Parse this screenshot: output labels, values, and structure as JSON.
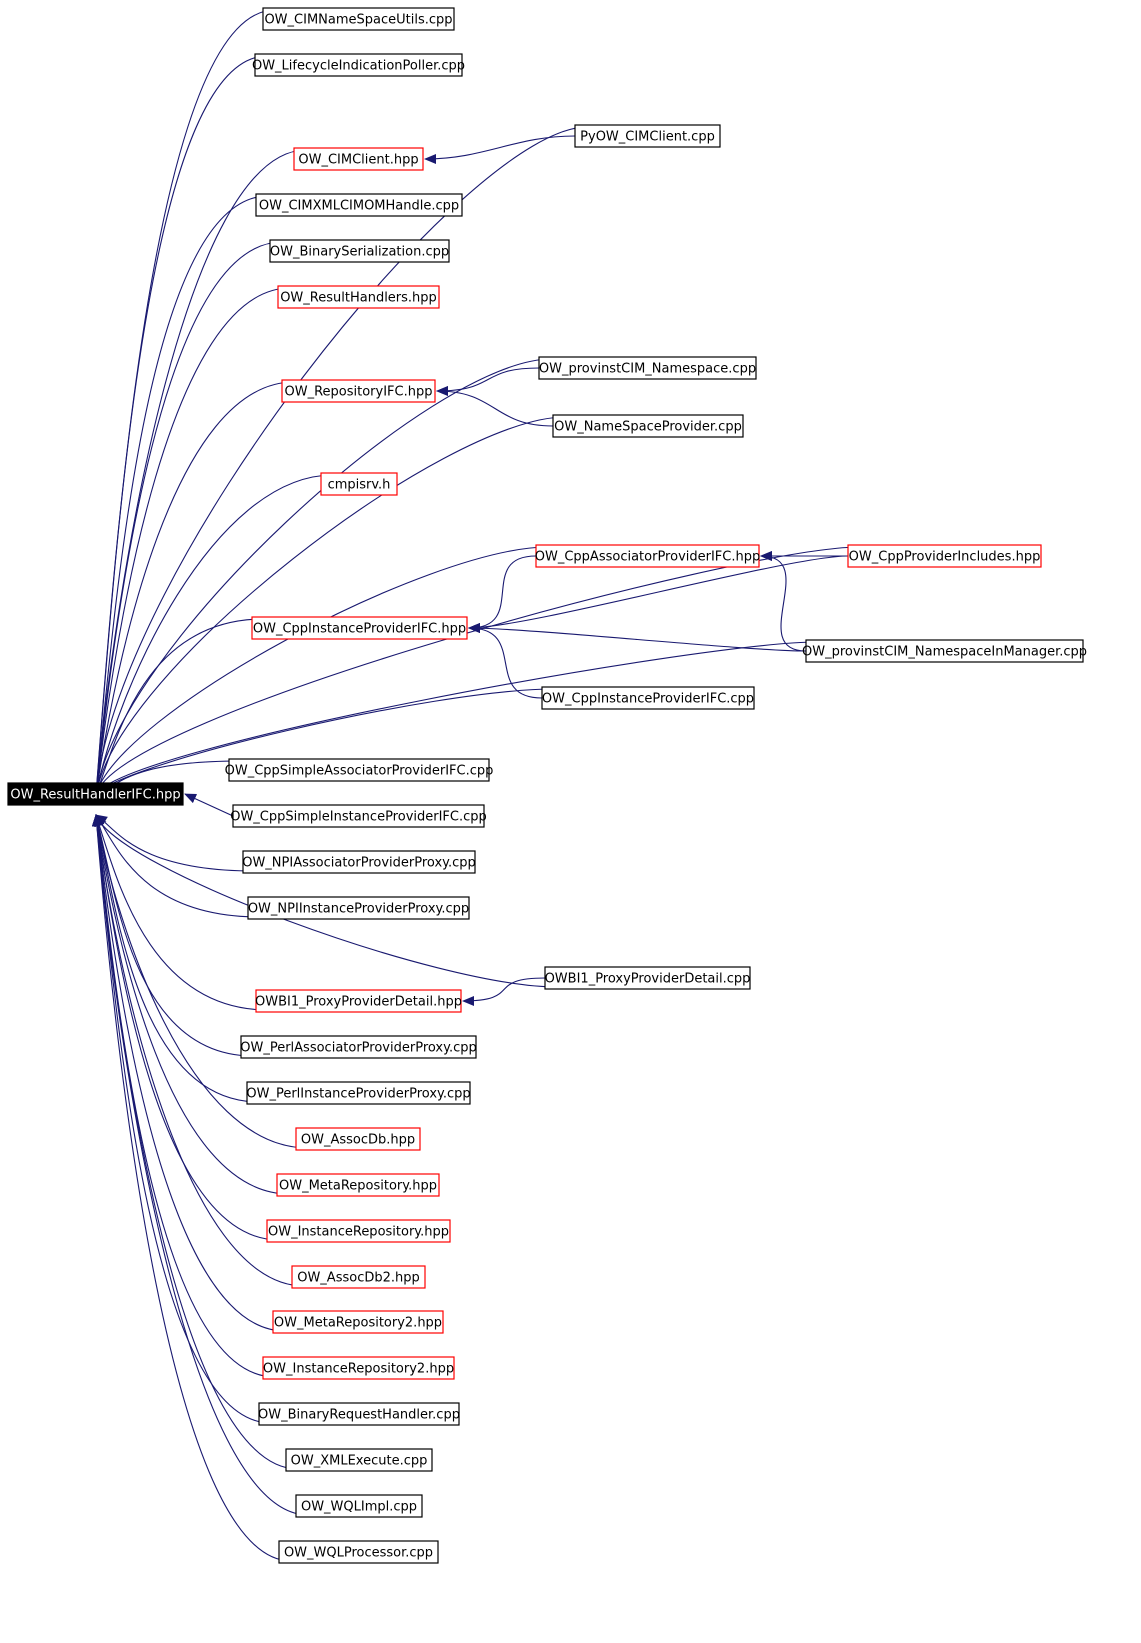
{
  "colors": {
    "edge": "#191970",
    "arrowhead": "#191970",
    "box_border_default": "#000000",
    "box_border_incomplete": "#ff0000",
    "root_fill": "#000000",
    "root_text": "#ffffff",
    "background": "#ffffff"
  },
  "root": "OW_ResultHandlerIFC.hpp",
  "nodes": {
    "root": {
      "label": "OW_ResultHandlerIFC.hpp",
      "border": "root"
    },
    "cimnsu": {
      "label": "OW_CIMNameSpaceUtils.cpp",
      "border": "black"
    },
    "lifecycle": {
      "label": "OW_LifecycleIndicationPoller.cpp",
      "border": "black"
    },
    "cimclient_hpp": {
      "label": "OW_CIMClient.hpp",
      "border": "red"
    },
    "pyow": {
      "label": "PyOW_CIMClient.cpp",
      "border": "black"
    },
    "cimxml": {
      "label": "OW_CIMXMLCIMOMHandle.cpp",
      "border": "black"
    },
    "binser": {
      "label": "OW_BinarySerialization.cpp",
      "border": "black"
    },
    "resulthandlers": {
      "label": "OW_ResultHandlers.hpp",
      "border": "red"
    },
    "repositoryifc": {
      "label": "OW_RepositoryIFC.hpp",
      "border": "red"
    },
    "provinst_ns": {
      "label": "OW_provinstCIM_Namespace.cpp",
      "border": "black"
    },
    "nsprovider": {
      "label": "OW_NameSpaceProvider.cpp",
      "border": "black"
    },
    "cmpisrv": {
      "label": "cmpisrv.h",
      "border": "red"
    },
    "cppassoc": {
      "label": "OW_CppAssociatorProviderIFC.hpp",
      "border": "red"
    },
    "cppprovinc": {
      "label": "OW_CppProviderIncludes.hpp",
      "border": "red"
    },
    "cppinst_hpp": {
      "label": "OW_CppInstanceProviderIFC.hpp",
      "border": "red"
    },
    "nsinmgr": {
      "label": "OW_provinstCIM_NamespaceInManager.cpp",
      "border": "black"
    },
    "cppinst_cpp": {
      "label": "OW_CppInstanceProviderIFC.cpp",
      "border": "black"
    },
    "cppsimpleassoc": {
      "label": "OW_CppSimpleAssociatorProviderIFC.cpp",
      "border": "black"
    },
    "cppsimpleinst": {
      "label": "OW_CppSimpleInstanceProviderIFC.cpp",
      "border": "black"
    },
    "npiassoc": {
      "label": "OW_NPIAssociatorProviderProxy.cpp",
      "border": "black"
    },
    "npiinst": {
      "label": "OW_NPIInstanceProviderProxy.cpp",
      "border": "black"
    },
    "bi1_hpp": {
      "label": "OWBI1_ProxyProviderDetail.hpp",
      "border": "red"
    },
    "bi1_cpp": {
      "label": "OWBI1_ProxyProviderDetail.cpp",
      "border": "black"
    },
    "perlassoc": {
      "label": "OW_PerlAssociatorProviderProxy.cpp",
      "border": "black"
    },
    "perlinst": {
      "label": "OW_PerlInstanceProviderProxy.cpp",
      "border": "black"
    },
    "assocdb": {
      "label": "OW_AssocDb.hpp",
      "border": "red"
    },
    "metarepo": {
      "label": "OW_MetaRepository.hpp",
      "border": "red"
    },
    "instrepo": {
      "label": "OW_InstanceRepository.hpp",
      "border": "red"
    },
    "assocdb2": {
      "label": "OW_AssocDb2.hpp",
      "border": "red"
    },
    "metarepo2": {
      "label": "OW_MetaRepository2.hpp",
      "border": "red"
    },
    "instrepo2": {
      "label": "OW_InstanceRepository2.hpp",
      "border": "red"
    },
    "binreq": {
      "label": "OW_BinaryRequestHandler.cpp",
      "border": "black"
    },
    "xmlexec": {
      "label": "OW_XMLExecute.cpp",
      "border": "black"
    },
    "wqlimpl": {
      "label": "OW_WQLImpl.cpp",
      "border": "black"
    },
    "wqlproc": {
      "label": "OW_WQLProcessor.cpp",
      "border": "black"
    }
  },
  "edges": [
    {
      "from": "cimnsu",
      "to": "root"
    },
    {
      "from": "lifecycle",
      "to": "root"
    },
    {
      "from": "pyow",
      "to": "root"
    },
    {
      "from": "cimclient_hpp",
      "to": "root"
    },
    {
      "from": "pyow",
      "to": "cimclient_hpp"
    },
    {
      "from": "cimxml",
      "to": "root"
    },
    {
      "from": "binser",
      "to": "root"
    },
    {
      "from": "resulthandlers",
      "to": "root"
    },
    {
      "from": "provinst_ns",
      "to": "root"
    },
    {
      "from": "repositoryifc",
      "to": "root"
    },
    {
      "from": "provinst_ns",
      "to": "repositoryifc"
    },
    {
      "from": "nsprovider",
      "to": "repositoryifc"
    },
    {
      "from": "nsprovider",
      "to": "root"
    },
    {
      "from": "cmpisrv",
      "to": "root"
    },
    {
      "from": "cppprovinc",
      "to": "root"
    },
    {
      "from": "cppassoc",
      "to": "root"
    },
    {
      "from": "cppprovinc",
      "to": "cppassoc"
    },
    {
      "from": "nsinmgr",
      "to": "cppassoc"
    },
    {
      "from": "cppassoc",
      "to": "cppinst_hpp"
    },
    {
      "from": "cppprovinc",
      "to": "cppinst_hpp"
    },
    {
      "from": "nsinmgr",
      "to": "cppinst_hpp"
    },
    {
      "from": "cppinst_cpp",
      "to": "cppinst_hpp"
    },
    {
      "from": "cppinst_hpp",
      "to": "root"
    },
    {
      "from": "cppinst_cpp",
      "to": "root"
    },
    {
      "from": "nsinmgr",
      "to": "root"
    },
    {
      "from": "cppsimpleassoc",
      "to": "root"
    },
    {
      "from": "cppsimpleinst",
      "to": "root"
    },
    {
      "from": "npiassoc",
      "to": "root"
    },
    {
      "from": "npiinst",
      "to": "root"
    },
    {
      "from": "bi1_cpp",
      "to": "root"
    },
    {
      "from": "bi1_cpp",
      "to": "bi1_hpp"
    },
    {
      "from": "bi1_hpp",
      "to": "root"
    },
    {
      "from": "perlassoc",
      "to": "root"
    },
    {
      "from": "perlinst",
      "to": "root"
    },
    {
      "from": "assocdb",
      "to": "root"
    },
    {
      "from": "metarepo",
      "to": "root"
    },
    {
      "from": "instrepo",
      "to": "root"
    },
    {
      "from": "assocdb2",
      "to": "root"
    },
    {
      "from": "metarepo2",
      "to": "root"
    },
    {
      "from": "instrepo2",
      "to": "root"
    },
    {
      "from": "binreq",
      "to": "root"
    },
    {
      "from": "xmlexec",
      "to": "root"
    },
    {
      "from": "wqlimpl",
      "to": "root"
    },
    {
      "from": "wqlproc",
      "to": "root"
    }
  ]
}
